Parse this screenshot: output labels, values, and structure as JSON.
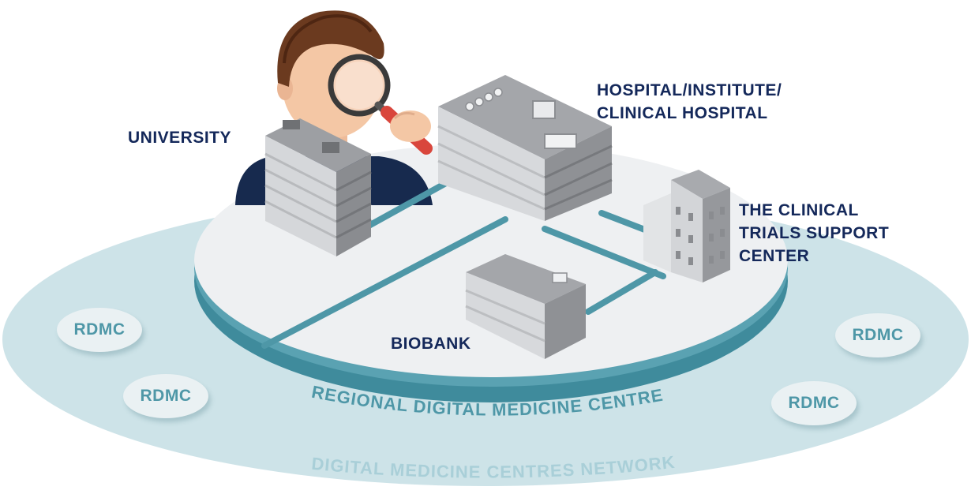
{
  "labels": {
    "university": "UNIVERSITY",
    "hospital_line1": "HOSPITAL/INSTITUTE/",
    "hospital_line2": "CLINICAL HOSPITAL",
    "ctsc_line1": "THE CLINICAL",
    "ctsc_line2": "TRIALS SUPPORT",
    "ctsc_line3": "CENTER",
    "biobank": "BIOBANK"
  },
  "rdmc_nodes": [
    "RDMC",
    "RDMC",
    "RDMC",
    "RDMC"
  ],
  "rings": {
    "regional": "REGIONAL DIGITAL MEDICINE CENTRE",
    "network": "DIGITAL MEDICINE CENTRES NETWORK"
  },
  "colors": {
    "label_navy": "#14285a",
    "network_fill": "#cde3e8",
    "platform_top": "#eef0f2",
    "platform_edge": "#4e97a7",
    "connector": "#4e97a7",
    "regional_text": "#4e97a7",
    "network_text": "#a9cfd8",
    "magnifier_handle": "#d9463c"
  },
  "icons": [
    "researcher-with-magnifier-icon",
    "university-building-icon",
    "hospital-building-icon",
    "clinical-trials-center-building-icon",
    "biobank-building-icon"
  ]
}
